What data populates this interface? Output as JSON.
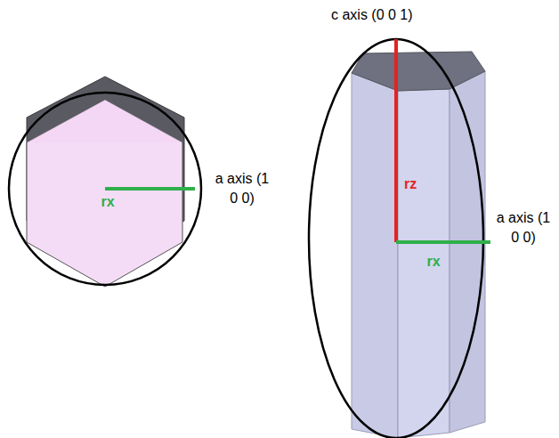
{
  "diagram": {
    "labels": [
      "rx",
      "a axis (1 0 0)",
      "c axis (0 0 1)",
      "rz",
      "a axis (1 0 0)",
      "rx"
    ]
  }
}
